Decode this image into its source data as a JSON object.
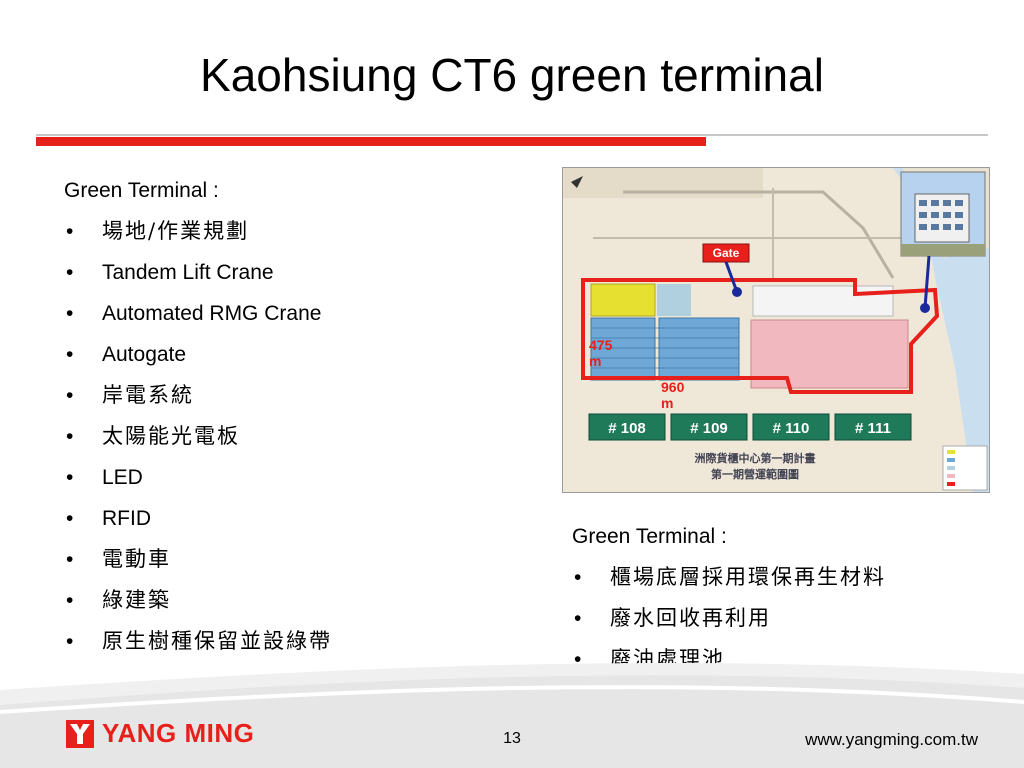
{
  "slide": {
    "title": "Kaohsiung CT6 green terminal",
    "page_number": "13",
    "website": "www.yangming.com.tw",
    "logo_text": "YANG MING"
  },
  "left_list": {
    "heading": "Green Terminal :",
    "items": [
      "場地/作業規劃",
      "Tandem Lift Crane",
      "Automated RMG Crane",
      "Autogate",
      "岸電系統",
      "太陽能光電板",
      "LED",
      "RFID",
      "電動車",
      "綠建築",
      "原生樹種保留並設綠帶"
    ]
  },
  "right_list": {
    "heading": "Green Terminal :",
    "items": [
      "櫃場底層採用環保再生材料",
      "廢水回收再利用",
      "廢油處理池"
    ]
  },
  "map": {
    "gate_label": "Gate",
    "dimension_475": "475\nm",
    "dimension_960": "960\nm",
    "berths": [
      "# 108",
      "# 109",
      "# 110",
      "# 111"
    ],
    "caption_line1": "洲際貨櫃中心第一期計畫",
    "caption_line2": "第一期營運範圍圖",
    "colors": {
      "red": "#e8201c",
      "blue_yard": "#6fa8d6",
      "yellow_yard": "#e6e030",
      "pink_zone": "#f2b8c0",
      "berth_green": "#1f7a5a",
      "sea": "#c9dff0",
      "land": "#efe8d8"
    }
  },
  "colors": {
    "accent_red": "#e8201c",
    "rule_gray": "#c8c8c8"
  }
}
